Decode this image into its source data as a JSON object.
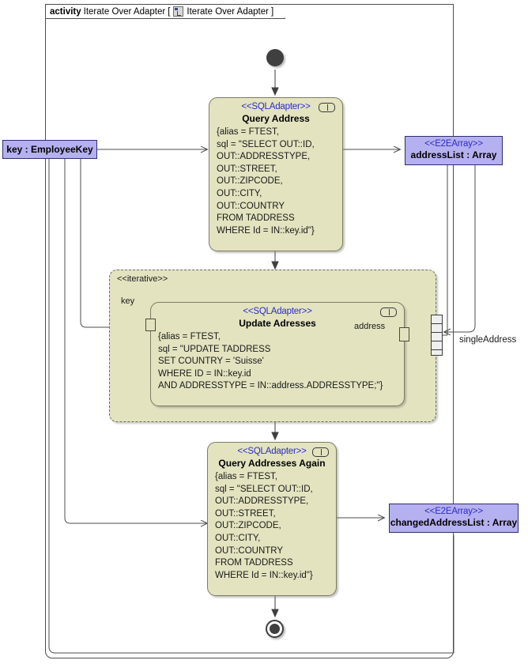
{
  "frame": {
    "keyword": "activity",
    "title": "Iterate Over Adapter",
    "bracket_open": "[",
    "icon": "activity-diagram-icon",
    "param": "Iterate Over Adapter",
    "bracket_close": "]"
  },
  "nodes": {
    "initial": {
      "name": "initial-node"
    },
    "final": {
      "name": "final-node"
    },
    "query_address": {
      "stereotype": "<<SQLAdapter>>",
      "name": "Query  Address",
      "body": "{alias = FTEST,\nsql = \"SELECT OUT::ID,\nOUT::ADDRESSTYPE,\nOUT::STREET,\nOUT::ZIPCODE,\nOUT::CITY,\nOUT::COUNTRY\nFROM TADDRESS\nWHERE Id = IN::key.id\"}",
      "rake_icon": "sub-activity-rake-icon"
    },
    "update_adresses": {
      "stereotype": "<<SQLAdapter>>",
      "name": "Update Adresses",
      "body": "{alias = FTEST,\nsql = \"UPDATE TADDRESS\nSET COUNTRY = 'Suisse'\nWHERE ID = IN::key.id\nAND ADDRESSTYPE = IN::address.ADDRESSTYPE;\"}",
      "rake_icon": "sub-activity-rake-icon",
      "pin_in": "key",
      "pin_out": "address"
    },
    "query_again": {
      "stereotype": "<<SQLAdapter>>",
      "name": "Query  Addresses Again",
      "body": "{alias = FTEST,\nsql = \"SELECT OUT::ID,\nOUT::ADDRESSTYPE,\nOUT::STREET,\nOUT::ZIPCODE,\nOUT::CITY,\nOUT::COUNTRY\nFROM TADDRESS\nWHERE Id = IN::key.id\"}",
      "rake_icon": "sub-activity-rake-icon"
    }
  },
  "region": {
    "stereotype": "<<iterative>>",
    "expansion_node": "expansion-node"
  },
  "objects": {
    "key": {
      "label": "key : EmployeeKey"
    },
    "address_list": {
      "stereotype": "<<E2EArray>>",
      "label": "addressList : Array"
    },
    "changed_address_list": {
      "stereotype": "<<E2EArray>>",
      "label": "changedAddressList : Array"
    }
  },
  "edge_labels": {
    "single_address": "singleAddress"
  },
  "colors": {
    "action_fill": "#e3e3c0",
    "action_border": "#7d7d63",
    "object_fill": "#b5b0ef",
    "object_border": "#2f2f6e",
    "stereotype_text": "#2b2bc8",
    "edge": "#4d4d4d"
  }
}
